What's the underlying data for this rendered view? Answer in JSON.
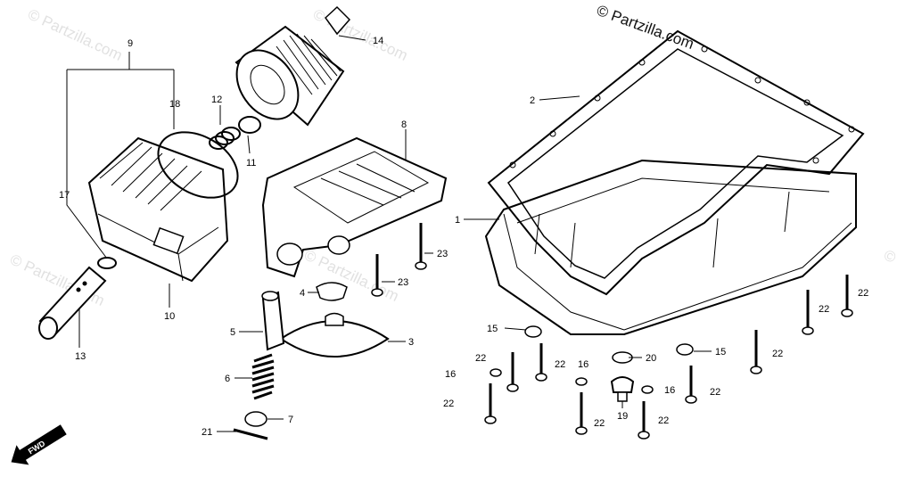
{
  "copyright": "© Partzilla.com",
  "watermark": "© Partzilla.com",
  "fwd_label": "FWD",
  "callouts": {
    "c1": "1",
    "c2": "2",
    "c3": "3",
    "c4": "4",
    "c5": "5",
    "c6": "6",
    "c7": "7",
    "c8": "8",
    "c9": "9",
    "c10": "10",
    "c11": "11",
    "c12": "12",
    "c13": "13",
    "c14": "14",
    "c15a": "15",
    "c15b": "15",
    "c16a": "16",
    "c16b": "16",
    "c16c": "16",
    "c17": "17",
    "c18": "18",
    "c19": "19",
    "c20": "20",
    "c21": "21",
    "c22a": "22",
    "c22b": "22",
    "c22c": "22",
    "c22d": "22",
    "c22e": "22",
    "c22f": "22",
    "c22g": "22",
    "c22h": "22",
    "c23a": "23",
    "c23b": "23"
  }
}
